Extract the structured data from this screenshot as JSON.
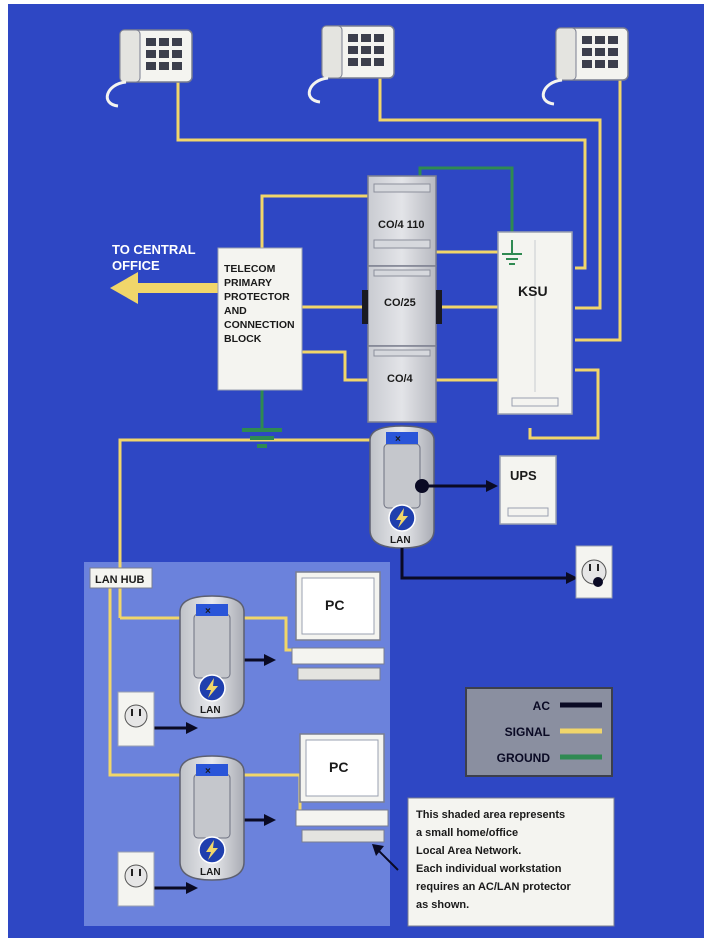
{
  "labels": {
    "to_central_office_line1": "TO CENTRAL",
    "to_central_office_line2": "OFFICE",
    "telecom_block": [
      "TELECOM",
      "PRIMARY",
      "PROTECTOR",
      "AND",
      "CONNECTION",
      "BLOCK"
    ],
    "co4_110": "CO/4 110",
    "co_25": "CO/25",
    "co4": "CO/4",
    "ksu": "KSU",
    "ups": "UPS",
    "lan": "LAN",
    "lan_hub": "LAN HUB",
    "pc": "PC"
  },
  "legend": {
    "ac": "AC",
    "signal": "SIGNAL",
    "ground": "GROUND"
  },
  "note_lines": [
    "This shaded area represents",
    "a small home/office",
    "Local Area Network.",
    "Each individual workstation",
    "requires an AC/LAN protector",
    "as shown."
  ],
  "colors": {
    "background": "#2e47c4",
    "lan_area": "#6b82dc",
    "signal": "#f1d66a",
    "ac": "#0a0a24",
    "ground": "#2f8a52",
    "box": "#f4f4f0",
    "legend_bg": "#8a8fa0"
  }
}
